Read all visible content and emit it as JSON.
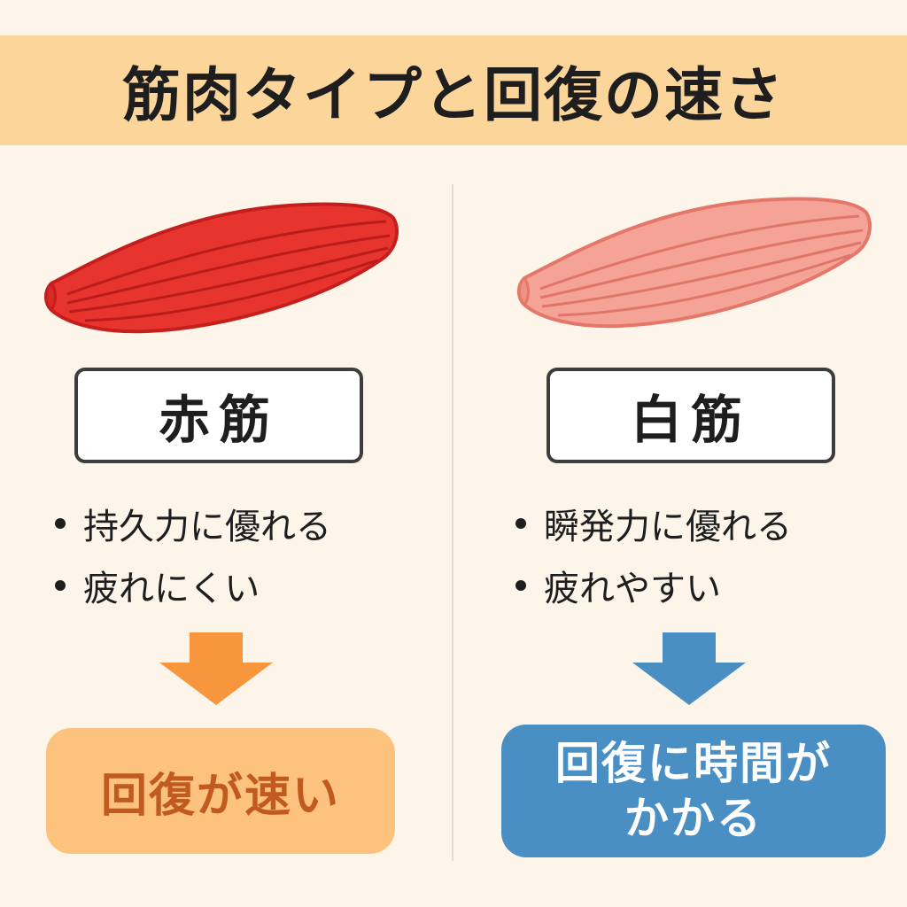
{
  "title": "筋肉タイプと回復の速さ",
  "colors": {
    "title_band": "#fbd59a",
    "background": "#fdf5ea",
    "red_muscle": "#e8342f",
    "white_muscle": "#f4a396",
    "left_arrow": "#f7963d",
    "right_arrow": "#4a8fc4",
    "left_result_bg": "#fdc27d",
    "left_result_text": "#c15a1f",
    "right_result_bg": "#4a8fc4"
  },
  "left": {
    "icon": "red-muscle-icon",
    "label": "赤筋",
    "bullets": [
      "持久力に優れる",
      "疲れにくい"
    ],
    "result": "回復が速い"
  },
  "right": {
    "icon": "white-muscle-icon",
    "label": "白筋",
    "bullets": [
      "瞬発力に優れる",
      "疲れやすい"
    ],
    "result_line1": "回復に時間が",
    "result_line2": "かかる"
  }
}
